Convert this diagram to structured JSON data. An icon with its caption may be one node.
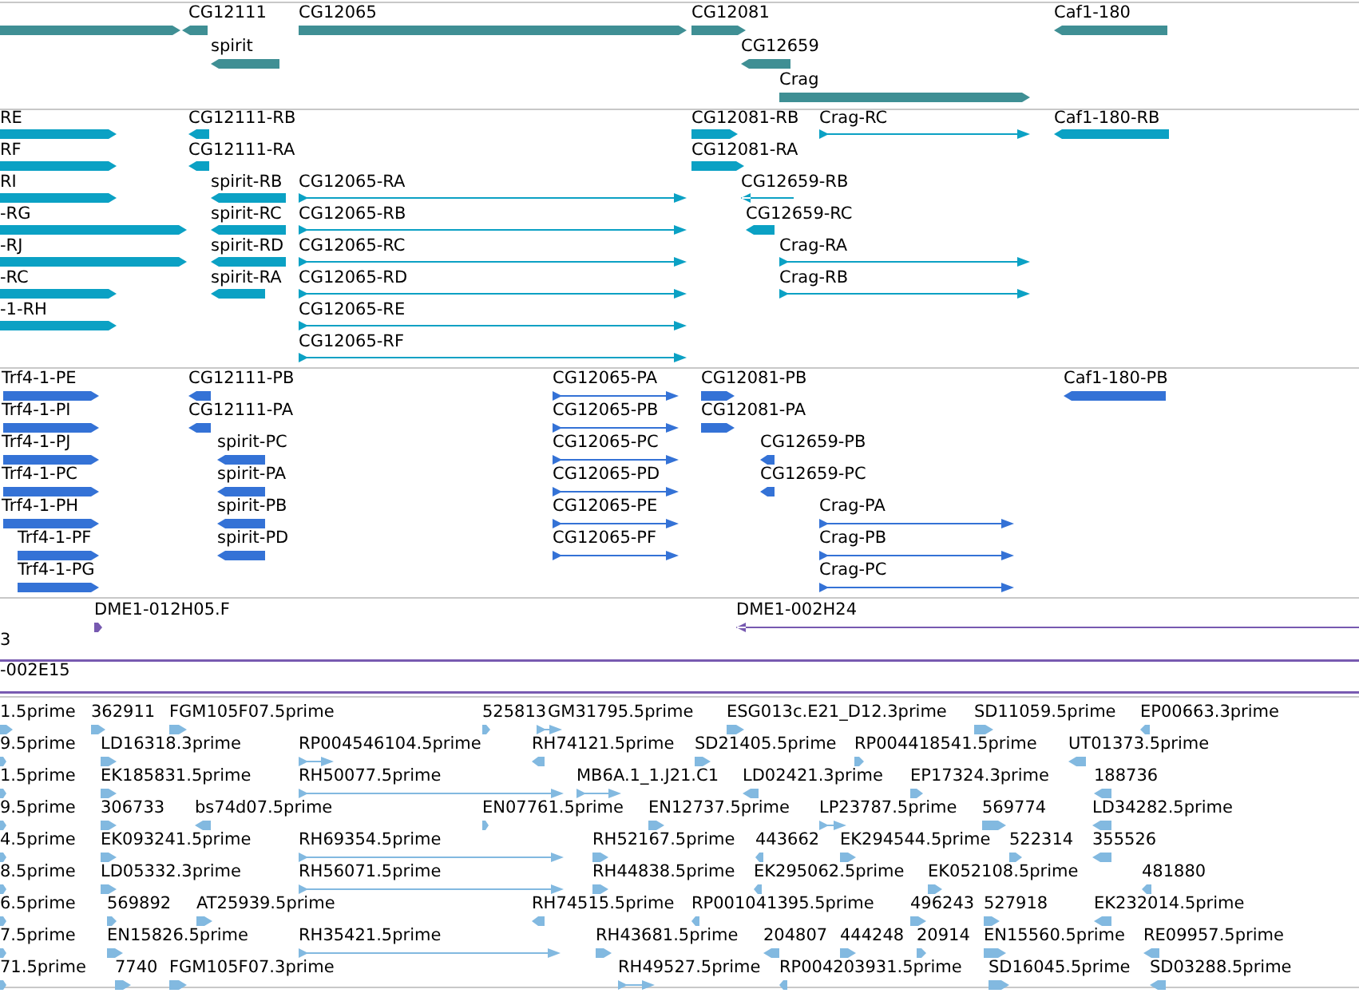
{
  "diagram": {
    "labels": [
      "CG12111",
      "CG12065",
      "CG12081",
      "Caf1-180",
      "spirit",
      "CG12659",
      "Crag",
      "RE",
      "CG12111-RB",
      "CG12081-RB",
      "Crag-RC",
      "Caf1-180-RB",
      "RF",
      "CG12111-RA",
      "CG12081-RA",
      "RI",
      "spirit-RB",
      "CG12065-RA",
      "CG12659-RB",
      "-RG",
      "spirit-RC",
      "CG12065-RB",
      "CG12659-RC",
      "-RJ",
      "spirit-RD",
      "CG12065-RC",
      "Crag-RA",
      "-RC",
      "spirit-RA",
      "CG12065-RD",
      "Crag-RB",
      "-1-RH",
      "CG12065-RE",
      "CG12065-RF",
      "Trf4-1-PE",
      "CG12111-PB",
      "CG12065-PA",
      "CG12081-PB",
      "Caf1-180-PB",
      "Trf4-1-PI",
      "CG12111-PA",
      "CG12065-PB",
      "CG12081-PA",
      "Trf4-1-PJ",
      "spirit-PC",
      "CG12065-PC",
      "CG12659-PB",
      "Trf4-1-PC",
      "spirit-PA",
      "CG12065-PD",
      "CG12659-PC",
      "Trf4-1-PH",
      "spirit-PB",
      "CG12065-PE",
      "Crag-PA",
      "Trf4-1-PF",
      "spirit-PD",
      "CG12065-PF",
      "Crag-PB",
      "Trf4-1-PG",
      "Crag-PC",
      "DME1-012H05.F",
      "DME1-002H24",
      "3",
      "-002E15",
      "1.5prime",
      "362911",
      "FGM105F07.5prime",
      "525813",
      "GM31795.5prime",
      "ESG013c.E21_D12.3prime",
      "SD11059.5prime",
      "EP00663.3prime",
      "9.5prime",
      "LD16318.3prime",
      "RP004546104.5prime",
      "RH74121.5prime",
      "SD21405.5prime",
      "RP004418541.5prime",
      "UT01373.5prime",
      "1.5prime",
      "EK185831.5prime",
      "RH50077.5prime",
      "MB6A.1_1.J21.C1",
      "LD02421.3prime",
      "EP17324.3prime",
      "188736",
      "9.5prime",
      "306733",
      "bs74d07.5prime",
      "EN07761.5prime",
      "EN12737.5prime",
      "LP23787.5prime",
      "569774",
      "LD34282.5prime",
      "4.5prime",
      "EK093241.5prime",
      "RH69354.5prime",
      "RH52167.5prime",
      "443662",
      "EK294544.5prime",
      "522314",
      "355526",
      "8.5prime",
      "LD05332.3prime",
      "RH56071.5prime",
      "RH44838.5prime",
      "EK295062.5prime",
      "EK052108.5prime",
      "481880",
      "6.5prime",
      "569892",
      "AT25939.5prime",
      "RH74515.5prime",
      "RP001041395.5prime",
      "496243",
      "527918",
      "EK232014.5prime",
      "7.5prime",
      "EN15826.5prime",
      "RH35421.5prime",
      "RH43681.5prime",
      "204807",
      "444248",
      "20914",
      "EN15560.5prime",
      "RE09957.5prime",
      "71.5prime",
      "7740",
      "FGM105F07.3prime",
      "RH49527.5prime",
      "RP004203931.5prime",
      "SD16045.5prime",
      "SD03288.5prime"
    ]
  }
}
